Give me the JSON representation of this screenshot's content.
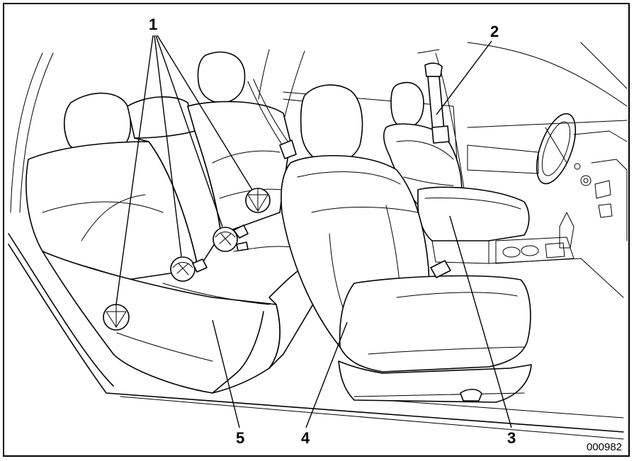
{
  "figure_id": "000982",
  "callouts": [
    {
      "label": "1",
      "target": "child-seat-anchors"
    },
    {
      "label": "2",
      "target": "front-seatbelt"
    },
    {
      "label": "3",
      "target": "center-armrest"
    },
    {
      "label": "4",
      "target": "front-passenger-seat"
    },
    {
      "label": "5",
      "target": "rear-seat"
    }
  ]
}
